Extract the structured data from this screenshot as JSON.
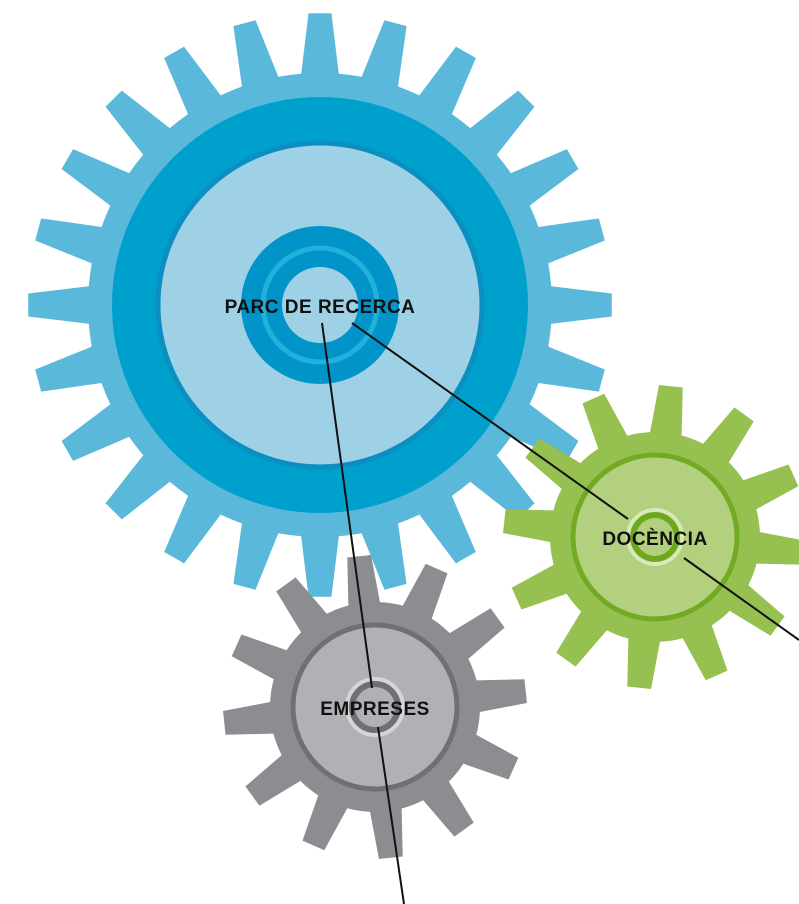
{
  "diagram": {
    "gears": [
      {
        "id": "parc-de-recerca",
        "label": "PARC DE RECERCA",
        "colors": {
          "teeth": "#5ab8db",
          "ring": "#00a0cc",
          "ring_edge": "#0a8fc0",
          "disc": "#9fd1e6",
          "hub": "#0094c8",
          "hub_edge": "#22b0dd",
          "hub_center": "#9fd1e6"
        }
      },
      {
        "id": "docencia",
        "label": "DOCÈNCIA",
        "colors": {
          "teeth": "#96c050",
          "ring": "#96c050",
          "ring_edge": "#73aa23",
          "disc": "#b2d07e",
          "hub": "#6fa81f",
          "hub_edge": "#d8e8b8",
          "hub_center": "#b2d07e"
        }
      },
      {
        "id": "empreses",
        "label": "EMPRESES",
        "colors": {
          "teeth": "#8c8d90",
          "ring": "#8c8d90",
          "ring_edge": "#6f7073",
          "disc": "#b0b1b4",
          "hub": "#6f7073",
          "hub_edge": "#d4d5d7",
          "hub_center": "#b0b1b4"
        }
      }
    ],
    "line_color": "#111111"
  }
}
